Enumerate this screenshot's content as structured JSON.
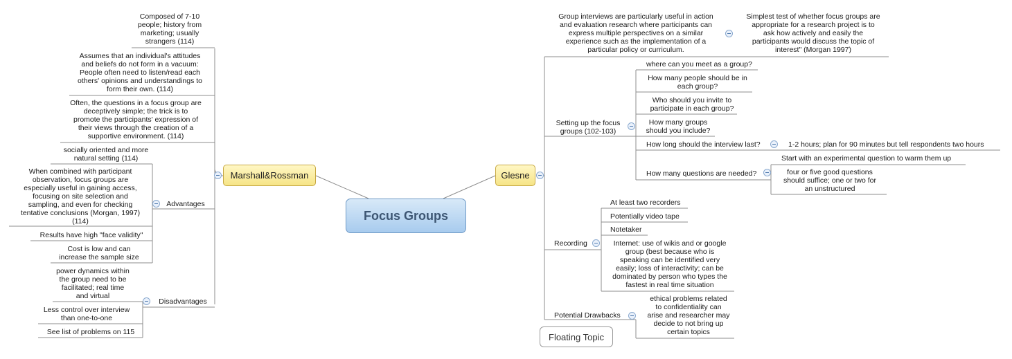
{
  "central": "Focus Groups",
  "floating_topic": "Floating Topic",
  "marshall": {
    "title": "Marshall&Rossman",
    "composed": "Composed of 7-10\npeople; history from\nmarketing; usually\nstrangers (114)",
    "assumes": "Assumes that an individual's attitudes\nand beliefs do not form in a vacuum:\nPeople often need to listen/read each\nothers' opinions and understandings to\nform their own. (114)",
    "often": "Often, the questions in a focus group are\ndeceptively simple; the trick is to\npromote the participants' expression of\ntheir views through the creation of a\nsupportive environment. (114)",
    "advantages": {
      "label": "Advantages",
      "items": [
        "socially oriented and more\nnatural setting (114)",
        "When combined with participant\nobservation, focus groups are\nespecially useful in gaining access,\nfocusing on site selection and\nsampling, and even for checking\ntentative conclusions (Morgan, 1997)\n(114)",
        "Results have high \"face validity\"",
        "Cost is low and can\nincrease the sample size"
      ]
    },
    "disadvantages": {
      "label": "Disadvantages",
      "items": [
        "power dynamics within\nthe group need to be\nfacilitated; real time\nand virtual",
        "Less control over interview\nthan one-to-one",
        "See list of problems on 115"
      ]
    }
  },
  "glesne": {
    "title": "Glesne",
    "group_interviews": "Group interviews are particularly useful in action\nand evaluation research where participants can\nexpress multiple perspectives on a similar\nexperience such as the implementation of a\nparticular policy or curriculum.",
    "simplest_test": "Simplest test of whether focus groups are\nappropriate for a research project is to\nask how actively and easily the\nparticipants would discuss the topic of\ninterest\" (Morgan 1997)",
    "setting_up": {
      "label": "Setting up the focus\ngroups (102-103)",
      "q1": "where can you meet as a group?",
      "q2": "How many people should be in\neach group?",
      "q3": "Who should you invite to\nparticipate in each group?",
      "q4": "How many groups\nshould you include?",
      "q5": "How long should the interview last?",
      "q5_answer": "1-2 hours; plan for 90 minutes but tell respondents two hours",
      "experimental": "Start with an experimental question to warm them up",
      "q6": "How many questions are needed?",
      "q6_answer": "four or five good questions\nshould suffice; one or two for\nan unstructured"
    },
    "recording": {
      "label": "Recording",
      "items": [
        "At least two recorders",
        "Potentially video tape",
        "Notetaker",
        "Internet: use of wikis and or google\ngroup (best because who is\nspeaking can be identified very\neasily; loss of interactivity; can be\ndominated by person who types the\nfastest in real time situation"
      ]
    },
    "drawbacks": {
      "label": "Potential Drawbacks",
      "item": "ethical problems related\nto confidentiality can\narise and researcher may\ndecide to not bring up\ncertain topics"
    }
  }
}
